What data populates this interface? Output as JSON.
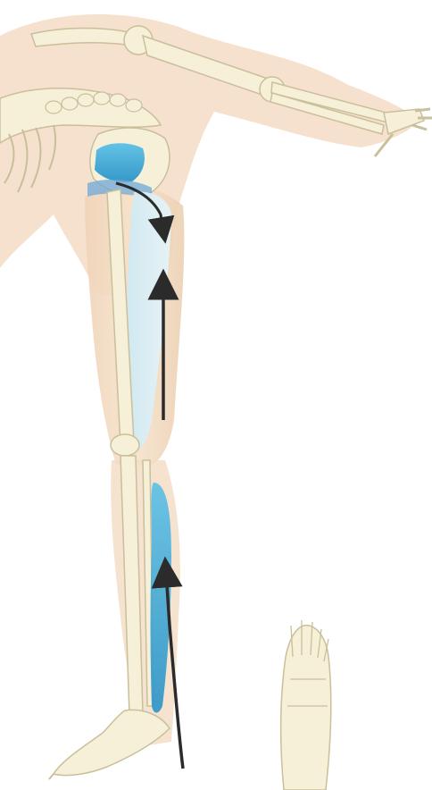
{
  "illustration": {
    "colors": {
      "background": "#ffffff",
      "skin": "#f3dcc4",
      "skin_shadow": "#e8c7a8",
      "bone": "#f6f0d8",
      "bone_outline": "#c9bf9a",
      "muscle_light": "#a8d8ea",
      "muscle": "#3fa9d6",
      "muscle_dark": "#1f7fb0",
      "arrow": "#2b2b2b"
    },
    "regions": [
      "torso",
      "arm",
      "pelvis",
      "thigh",
      "lower-leg",
      "foot",
      "foot-bottom-view"
    ],
    "icons": [
      "arrow-up-icon",
      "arrow-down-icon"
    ]
  }
}
